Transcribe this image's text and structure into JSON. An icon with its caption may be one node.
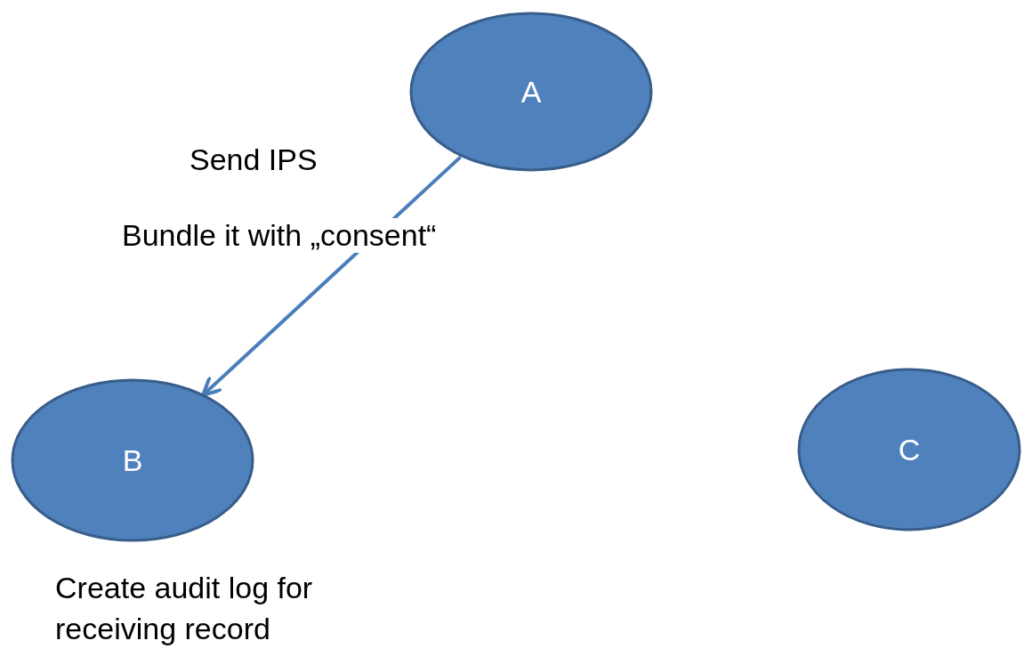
{
  "diagram": {
    "nodes": [
      {
        "text": [
          "A"
        ]
      },
      {
        "text": [
          "B"
        ],
        "beside": [
          "Create audit log for receiving record"
        ]
      },
      {
        "text": [
          "C"
        ]
      }
    ],
    "edges": [
      {
        "from": 0,
        "to": 1,
        "arrow": "to",
        "label": "Send IPS"
      }
    ],
    "labels": [
      "Bundle it with „consent“"
    ]
  }
}
